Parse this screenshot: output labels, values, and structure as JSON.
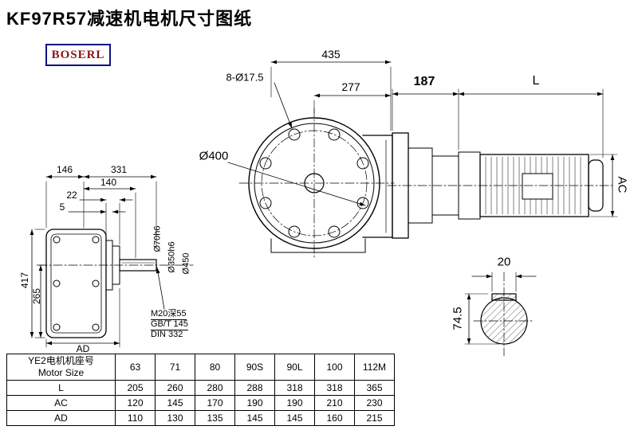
{
  "title": "KF97R57减速机电机尺寸图纸",
  "logo": "BOSERL",
  "dims": {
    "top_width": "435",
    "bolt_pattern": "8-Ø17.5",
    "flange_offset": "277",
    "motor_offset": "187",
    "motor_length": "L",
    "motor_diameter": "AC",
    "flange_diameter": "Ø400",
    "left_146": "146",
    "left_331": "331",
    "left_140": "140",
    "left_22": "22",
    "left_5": "5",
    "height_417": "417",
    "height_265": "265",
    "left_ad": "AD",
    "shaft_dia": "Ø70h6",
    "pilot_dia": "Ø350h6",
    "flange_od": "Ø450",
    "tap_line1": "M20深55",
    "tap_line2": "GB/T 145",
    "tap_line3": "DIN 332",
    "key_width": "20",
    "key_height": "74.5"
  },
  "table": {
    "header_cn": "YE2电机机座号",
    "header_en": "Motor Size",
    "columns": [
      "63",
      "71",
      "80",
      "90S",
      "90L",
      "100",
      "112M"
    ],
    "rows": [
      {
        "label": "L",
        "values": [
          "205",
          "260",
          "280",
          "288",
          "318",
          "318",
          "365"
        ]
      },
      {
        "label": "AC",
        "values": [
          "120",
          "145",
          "170",
          "190",
          "190",
          "210",
          "230"
        ]
      },
      {
        "label": "AD",
        "values": [
          "110",
          "130",
          "135",
          "145",
          "145",
          "160",
          "215"
        ]
      }
    ]
  }
}
